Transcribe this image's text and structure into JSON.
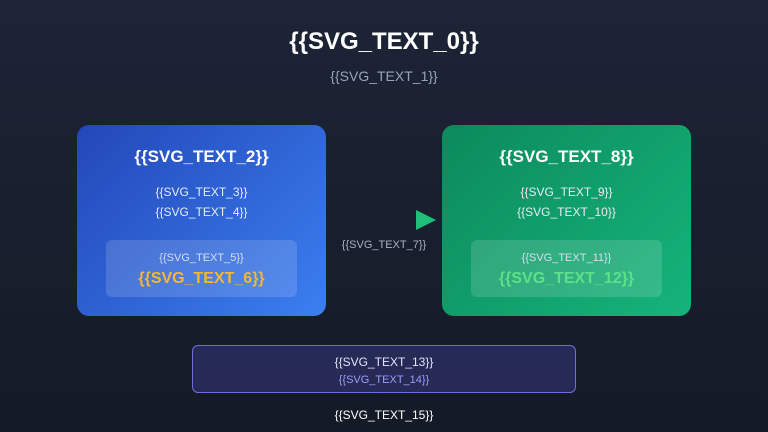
{
  "header": {
    "title": "{{SVG_TEXT_0}}",
    "subtitle": "{{SVG_TEXT_1}}"
  },
  "left_card": {
    "title": "{{SVG_TEXT_2}}",
    "line1": "{{SVG_TEXT_3}}",
    "line2": "{{SVG_TEXT_4}}",
    "inner_label": "{{SVG_TEXT_5}}",
    "inner_value": "{{SVG_TEXT_6}}"
  },
  "connector": {
    "label": "{{SVG_TEXT_7}}"
  },
  "right_card": {
    "title": "{{SVG_TEXT_8}}",
    "line1": "{{SVG_TEXT_9}}",
    "line2": "{{SVG_TEXT_10}}",
    "inner_label": "{{SVG_TEXT_11}}",
    "inner_value": "{{SVG_TEXT_12}}"
  },
  "bottom_box": {
    "line1": "{{SVG_TEXT_13}}",
    "line2": "{{SVG_TEXT_14}}"
  },
  "footer": {
    "text": "{{SVG_TEXT_15}}"
  },
  "colors": {
    "left_card_accent": "#3b7ff0",
    "right_card_accent": "#15b47a",
    "gold_value": "#f5b82e",
    "green_value": "#5ee08a",
    "arrow": "#1fbf7a",
    "bottom_border": "#6f6ee0"
  },
  "icons": {
    "connector": "arrow-right-icon"
  }
}
